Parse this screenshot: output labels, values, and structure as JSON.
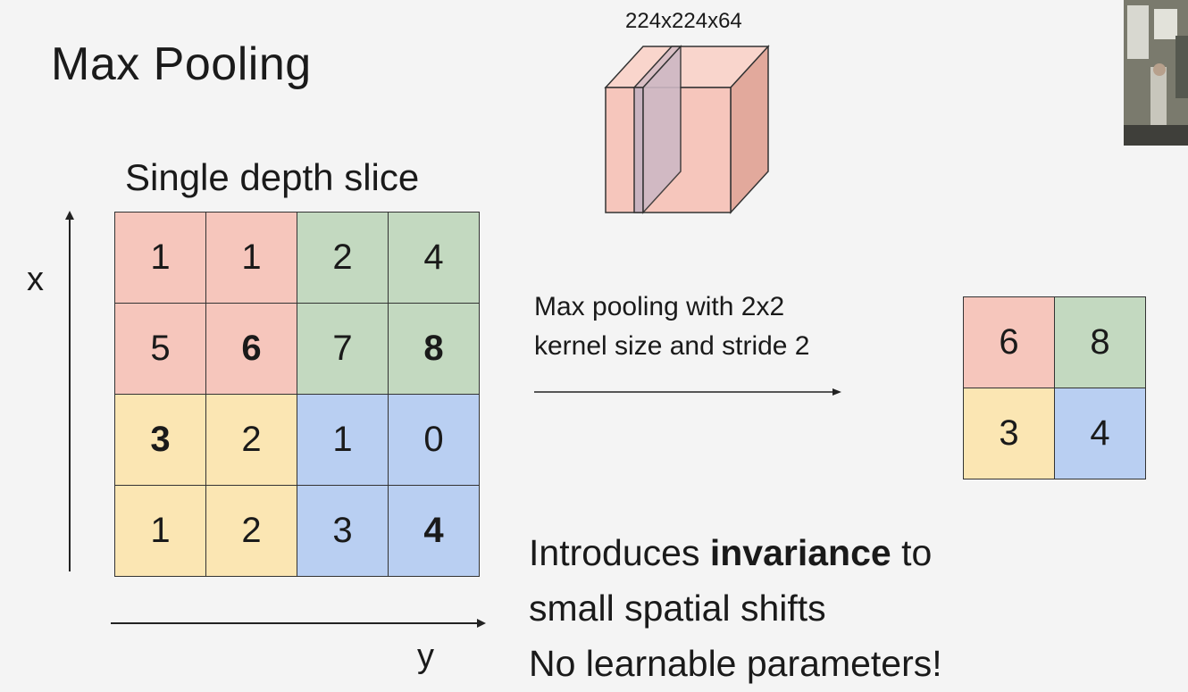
{
  "title": "Max Pooling",
  "slice_label": "Single depth slice",
  "cube_label": "224x224x64",
  "axis": {
    "x": "x",
    "y": "y"
  },
  "input_grid": {
    "rows": [
      [
        {
          "v": "1",
          "bold": false,
          "color": "#f6c6bc"
        },
        {
          "v": "1",
          "bold": false,
          "color": "#f6c6bc"
        },
        {
          "v": "2",
          "bold": false,
          "color": "#c3d9c0"
        },
        {
          "v": "4",
          "bold": false,
          "color": "#c3d9c0"
        }
      ],
      [
        {
          "v": "5",
          "bold": false,
          "color": "#f6c6bc"
        },
        {
          "v": "6",
          "bold": true,
          "color": "#f6c6bc"
        },
        {
          "v": "7",
          "bold": false,
          "color": "#c3d9c0"
        },
        {
          "v": "8",
          "bold": true,
          "color": "#c3d9c0"
        }
      ],
      [
        {
          "v": "3",
          "bold": true,
          "color": "#fbe6b3"
        },
        {
          "v": "2",
          "bold": false,
          "color": "#fbe6b3"
        },
        {
          "v": "1",
          "bold": false,
          "color": "#b9cff2"
        },
        {
          "v": "0",
          "bold": false,
          "color": "#b9cff2"
        }
      ],
      [
        {
          "v": "1",
          "bold": false,
          "color": "#fbe6b3"
        },
        {
          "v": "2",
          "bold": false,
          "color": "#fbe6b3"
        },
        {
          "v": "3",
          "bold": false,
          "color": "#b9cff2"
        },
        {
          "v": "4",
          "bold": true,
          "color": "#b9cff2"
        }
      ]
    ]
  },
  "pool_caption": {
    "line1": "Max pooling with 2x2",
    "line2": "kernel size and stride 2"
  },
  "output_grid": {
    "rows": [
      [
        {
          "v": "6",
          "color": "#f6c6bc"
        },
        {
          "v": "8",
          "color": "#c3d9c0"
        }
      ],
      [
        {
          "v": "3",
          "color": "#fbe6b3"
        },
        {
          "v": "4",
          "color": "#b9cff2"
        }
      ]
    ]
  },
  "bullets": {
    "line1_pre": "Introduces ",
    "line1_bold": "invariance",
    "line1_post": " to",
    "line2": "small spatial shifts",
    "line3": "No learnable parameters!"
  },
  "colors": {
    "red": "#f6c6bc",
    "green": "#c3d9c0",
    "yellow": "#fbe6b3",
    "blue": "#b9cff2",
    "cube_front": "#f6c6bc",
    "cube_side": "#e2a99c",
    "cube_top": "#f9d5cc",
    "cube_slice": "#c8b3c0"
  }
}
